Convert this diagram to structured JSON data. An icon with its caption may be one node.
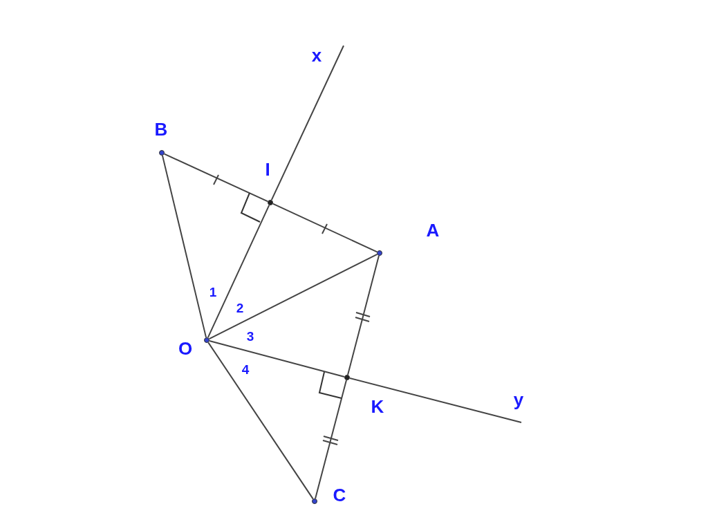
{
  "diagram": {
    "nodes": [
      {
        "text": [],
        "shape": "circle",
        "beside": [
          "B"
        ]
      },
      {
        "text": [],
        "shape": "circle",
        "beside": [
          "I"
        ]
      },
      {
        "text": [],
        "shape": "circle",
        "beside": [
          "A"
        ]
      },
      {
        "text": [],
        "shape": "circle",
        "beside": [
          "O"
        ]
      },
      {
        "text": [],
        "shape": "circle",
        "beside": [
          "K"
        ]
      },
      {
        "text": [],
        "shape": "circle",
        "beside": [
          "C"
        ]
      }
    ],
    "edges": [
      {
        "from": 0,
        "to": 1,
        "arrow": "none"
      },
      {
        "from": 1,
        "to": 2,
        "arrow": "none"
      },
      {
        "from": 0,
        "to": 3,
        "arrow": "none"
      },
      {
        "from": 3,
        "to": 1,
        "arrow": "none"
      },
      {
        "from": 1,
        "to": null,
        "arrow": "none"
      },
      {
        "from": 3,
        "to": 2,
        "arrow": "none"
      },
      {
        "from": 2,
        "to": 4,
        "arrow": "none"
      },
      {
        "from": 3,
        "to": 4,
        "arrow": "none"
      },
      {
        "from": 4,
        "to": null,
        "arrow": "none"
      },
      {
        "from": 4,
        "to": 5,
        "arrow": "none"
      },
      {
        "from": 3,
        "to": 5,
        "arrow": "none"
      }
    ],
    "labels": [
      "x",
      "1",
      "2",
      "3",
      "4",
      "y"
    ]
  }
}
